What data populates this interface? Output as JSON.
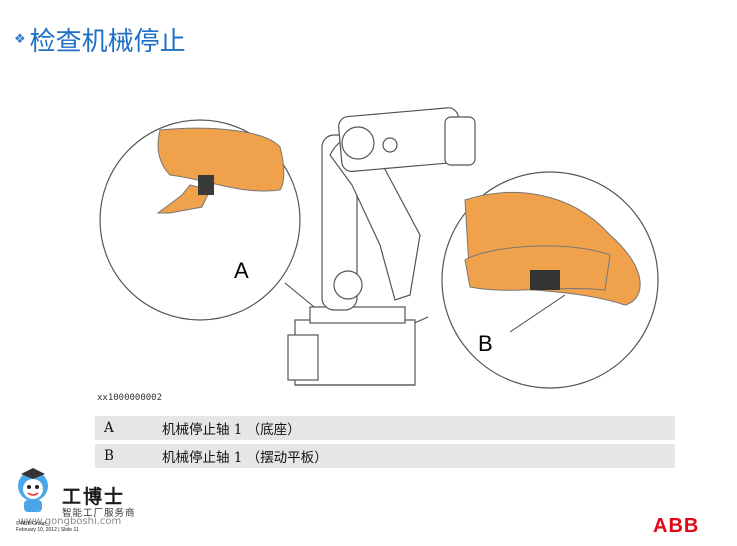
{
  "slide": {
    "title": "检查机械停止",
    "bullet": "❖"
  },
  "figure": {
    "label_a": "A",
    "label_b": "B",
    "figure_id": "xx1000000002",
    "highlight_color": "#f0a14c"
  },
  "table": {
    "rows": [
      {
        "key": "A",
        "value": "机械停止轴 1 （底座）"
      },
      {
        "key": "B",
        "value": "机械停止轴 1 （摆动平板）"
      }
    ]
  },
  "footer": {
    "logo_name": "工博士",
    "logo_tagline": "智能工厂服务商",
    "logo_url": "www.gongboshi.com",
    "copyright_1": "© ABB Group",
    "copyright_2": "February 10, 2012 | Slide 11",
    "brand": "ABB",
    "brand_color": "#e30613"
  }
}
